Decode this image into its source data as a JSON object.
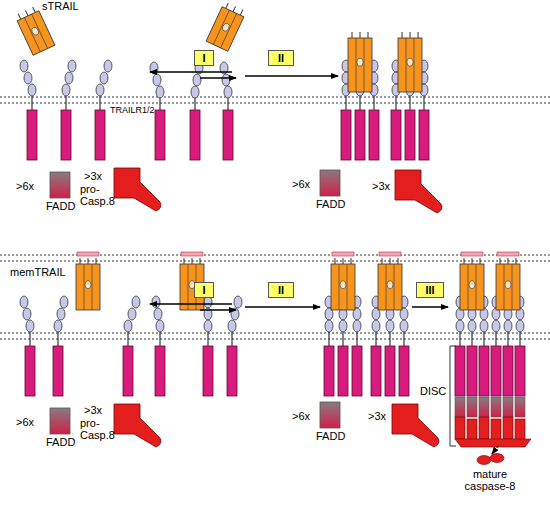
{
  "diagram": {
    "nodes": [
      {
        "text": [
          "I"
        ]
      },
      {
        "text": [
          "II"
        ]
      },
      {
        "text": [
          "I"
        ]
      },
      {
        "text": [
          "II"
        ]
      },
      {
        "text": [
          "III"
        ]
      }
    ],
    "labels": [
      "sTRAIL",
      "TRAILR1/2",
      ">6x",
      "FADD",
      ">3x",
      "pro-Casp.8",
      ">6x",
      "FADD",
      ">3x",
      "memTRAIL",
      ">6x",
      "FADD",
      ">3x",
      "pro-Casp.8",
      ">6x",
      "FADD",
      ">3x",
      "DISC",
      "mature caspase-8"
    ]
  }
}
